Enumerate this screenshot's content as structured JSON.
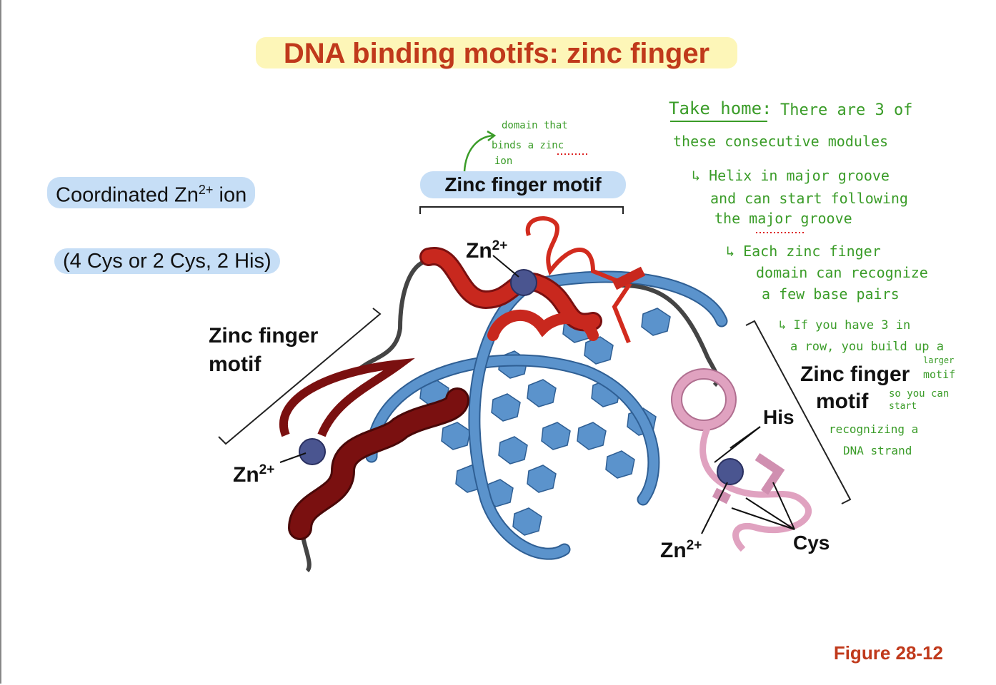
{
  "title": "DNA binding motifs: zinc finger",
  "pills": {
    "coordinated_prefix": "Coordinated Zn",
    "coordinated_sup": "2+",
    "coordinated_suffix": " ion",
    "cys_his": "(4 Cys or 2 Cys, 2 His)"
  },
  "labels": {
    "zinc_finger_motif_top": "Zinc finger motif",
    "zinc_finger_left_line1": "Zinc finger",
    "zinc_finger_left_line2": "motif",
    "zinc_finger_right_line1": "Zinc finger",
    "zinc_finger_right_line2": "motif",
    "zn": "Zn",
    "zn_sup": "2+",
    "his": "His",
    "cys": "Cys"
  },
  "handwritten": {
    "domain_note_1": "domain that",
    "domain_note_2": "binds a zinc",
    "domain_note_3": "ion",
    "take_home_label": "Take home:",
    "take_home_1": "There are 3 of",
    "take_home_2": "these consecutive modules",
    "helix_1": "↳ Helix in major groove",
    "helix_2": "and can start following",
    "helix_3": "the major groove",
    "each_1": "↳ Each zinc finger",
    "each_2": "domain can recognize",
    "each_3": "a few base pairs",
    "if_1": "↳ If you have 3 in",
    "if_2": "a row, you build up a",
    "if_larger": "larger",
    "if_motif": "motif",
    "if_3": "so you can",
    "if_start": "start",
    "if_4": "recognizing a",
    "if_5": "DNA strand"
  },
  "figure_label": "Figure 28-12",
  "colors": {
    "title_text": "#c0391b",
    "title_highlight": "#fdf6b8",
    "pill_bg": "#c6def6",
    "handwriting": "#3a9c28",
    "dna_backbone": "#5b93cc",
    "zf_red": "#c8281e",
    "zf_darkred": "#7a1010",
    "zf_pink": "#e0a2c0",
    "zinc_ion": "#4a5590"
  }
}
